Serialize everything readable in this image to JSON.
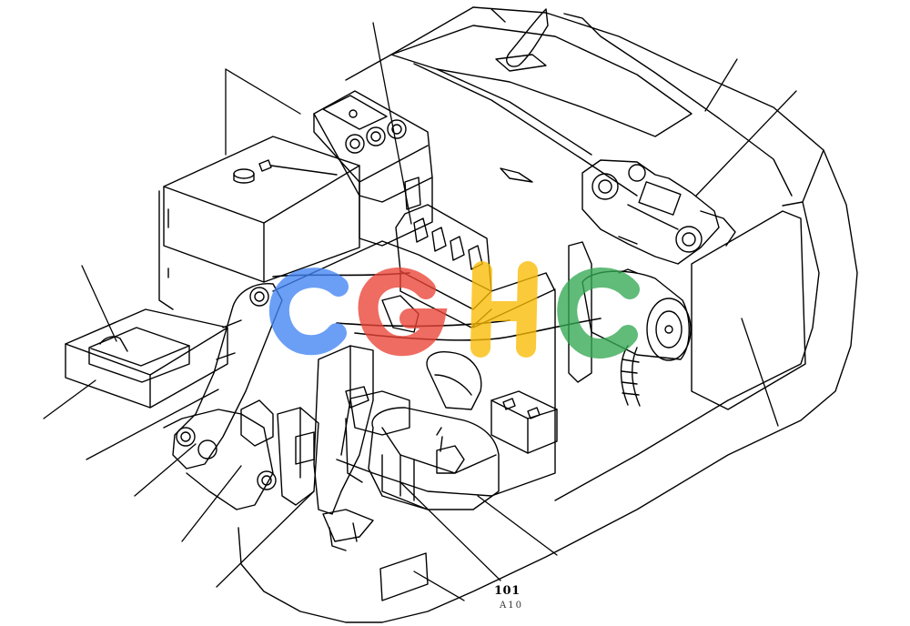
{
  "figure": {
    "page_number": "101",
    "page_code": "A10"
  },
  "watermark": {
    "text": "CGHC",
    "colors": [
      "#4285F4",
      "#EA4335",
      "#FBBC05",
      "#34A853"
    ]
  }
}
